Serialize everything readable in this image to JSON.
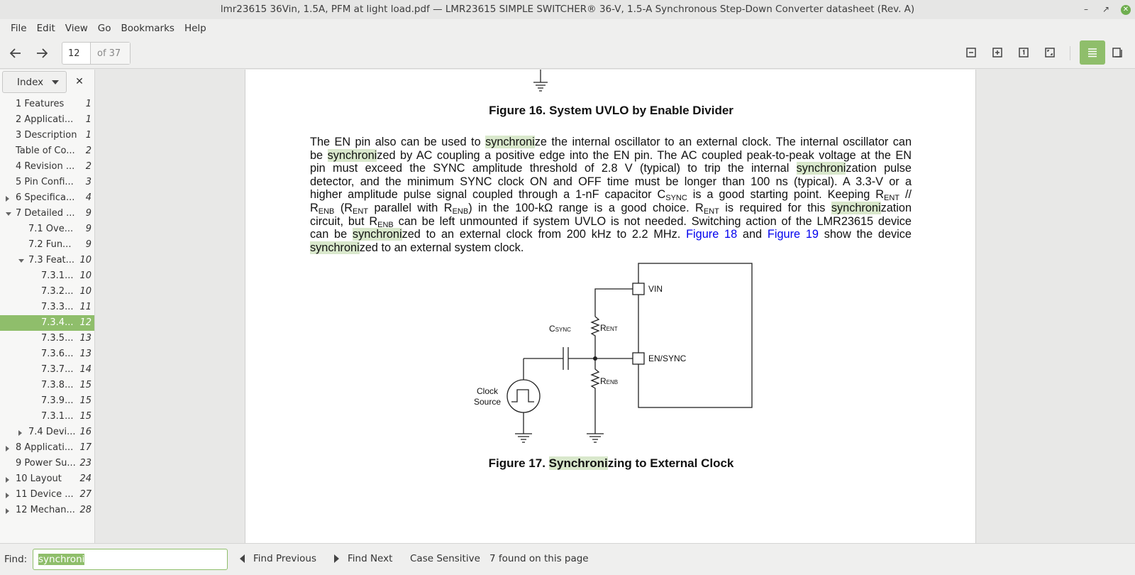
{
  "window": {
    "title": "lmr23615 36Vin, 1.5A, PFM at light load.pdf — LMR23615 SIMPLE SWITCHER® 36-V, 1.5-A Synchronous Step-Down Converter datasheet (Rev. A)"
  },
  "menu": [
    "File",
    "Edit",
    "View",
    "Go",
    "Bookmarks",
    "Help"
  ],
  "toolbar": {
    "page_current": "12",
    "page_total": "of 37"
  },
  "sidebar": {
    "mode": "Index",
    "items": [
      {
        "label": "1  Features",
        "page": "1",
        "indent": 0,
        "exp": ""
      },
      {
        "label": "2  Applicati...",
        "page": "1",
        "indent": 0,
        "exp": ""
      },
      {
        "label": "3  Description",
        "page": "1",
        "indent": 0,
        "exp": ""
      },
      {
        "label": "Table of Co...",
        "page": "2",
        "indent": 0,
        "exp": ""
      },
      {
        "label": "4  Revision ...",
        "page": "2",
        "indent": 0,
        "exp": ""
      },
      {
        "label": "5  Pin Confi...",
        "page": "3",
        "indent": 0,
        "exp": ""
      },
      {
        "label": "6  Specifica...",
        "page": "4",
        "indent": 0,
        "exp": "closed"
      },
      {
        "label": "7  Detailed ...",
        "page": "9",
        "indent": 0,
        "exp": "open"
      },
      {
        "label": "7.1  Ove...",
        "page": "9",
        "indent": 1,
        "exp": ""
      },
      {
        "label": "7.2  Fun...",
        "page": "9",
        "indent": 1,
        "exp": ""
      },
      {
        "label": "7.3  Feat...",
        "page": "10",
        "indent": 1,
        "exp": "open"
      },
      {
        "label": "7.3.1...",
        "page": "10",
        "indent": 2,
        "exp": ""
      },
      {
        "label": "7.3.2...",
        "page": "10",
        "indent": 2,
        "exp": ""
      },
      {
        "label": "7.3.3...",
        "page": "11",
        "indent": 2,
        "exp": ""
      },
      {
        "label": "7.3.4...",
        "page": "12",
        "indent": 2,
        "exp": "",
        "selected": true
      },
      {
        "label": "7.3.5...",
        "page": "13",
        "indent": 2,
        "exp": ""
      },
      {
        "label": "7.3.6...",
        "page": "13",
        "indent": 2,
        "exp": ""
      },
      {
        "label": "7.3.7...",
        "page": "14",
        "indent": 2,
        "exp": ""
      },
      {
        "label": "7.3.8...",
        "page": "15",
        "indent": 2,
        "exp": ""
      },
      {
        "label": "7.3.9...",
        "page": "15",
        "indent": 2,
        "exp": ""
      },
      {
        "label": "7.3.1...",
        "page": "15",
        "indent": 2,
        "exp": ""
      },
      {
        "label": "7.4  Devi...",
        "page": "16",
        "indent": 1,
        "exp": "closed"
      },
      {
        "label": "8  Applicati...",
        "page": "17",
        "indent": 0,
        "exp": "closed"
      },
      {
        "label": "9  Power Su...",
        "page": "23",
        "indent": 0,
        "exp": ""
      },
      {
        "label": "10  Layout",
        "page": "24",
        "indent": 0,
        "exp": "closed"
      },
      {
        "label": "11  Device ...",
        "page": "27",
        "indent": 0,
        "exp": "closed"
      },
      {
        "label": "12  Mechan...",
        "page": "28",
        "indent": 0,
        "exp": "closed"
      }
    ]
  },
  "document": {
    "fig16_caption": "Figure 16.  System UVLO by Enable Divider",
    "fig17_caption_prefix": "Figure 17.  ",
    "fig17_caption_hl": "Synchroni",
    "fig17_caption_rest": "zing to External Clock",
    "p": {
      "hl": "synchroni",
      "l1a": "The EN pin also can be used to ",
      "l1b": "ze the internal oscillator to an external clock. The internal oscillator can",
      "l2a": "be ",
      "l2b": "zed by AC coupling a positive edge into the EN pin. The AC coupled peak-to-peak voltage at the EN",
      "l3a": "pin must exceed the SYNC amplitude threshold of 2.8 V (typical) to trip the internal ",
      "l3b": "zation pulse",
      "l4": "detector, and the minimum SYNC clock ON and OFF time must be longer than 100 ns (typical). A 3.3-V or a",
      "l5a": "higher amplitude pulse signal coupled through a 1-nF capacitor C",
      "l5sub1": "SYNC",
      "l5b": " is a good starting point. Keeping R",
      "l5sub2": "ENT",
      "l5c": " //",
      "l6a": "R",
      "l6sub1": "ENB",
      "l6b": " (R",
      "l6sub2": "ENT",
      "l6c": " parallel with R",
      "l6sub3": "ENB",
      "l6d": ") in the 100-kΩ range is a good choice. R",
      "l6sub4": "ENT",
      "l6e": " is required for this ",
      "l6f": "zation",
      "l7a": "circuit, but R",
      "l7sub": "ENB",
      "l7b": " can be left unmounted if system UVLO is not needed. Switching action of the LMR23615 device",
      "l8a": "can be ",
      "l8b": "zed to an external clock from 200 kHz to 2.2 MHz. ",
      "link1": "Figure 18",
      "l8c": " and ",
      "link2": "Figure 19",
      "l8d": " show the device",
      "l9b": "zed to an external system clock."
    },
    "circuit": {
      "vin": "VIN",
      "ensync": "EN/SYNC",
      "csync_main": "C",
      "csync_sub": "SYNC",
      "rent_main": "R",
      "rent_sub": "ENT",
      "renb_main": "R",
      "renb_sub": "ENB",
      "clock1": "Clock",
      "clock2": "Source"
    }
  },
  "findbar": {
    "label": "Find:",
    "query": "synchroni",
    "prev": "Find Previous",
    "next": "Find Next",
    "case": "Case Sensitive",
    "status": "7 found on this page"
  }
}
